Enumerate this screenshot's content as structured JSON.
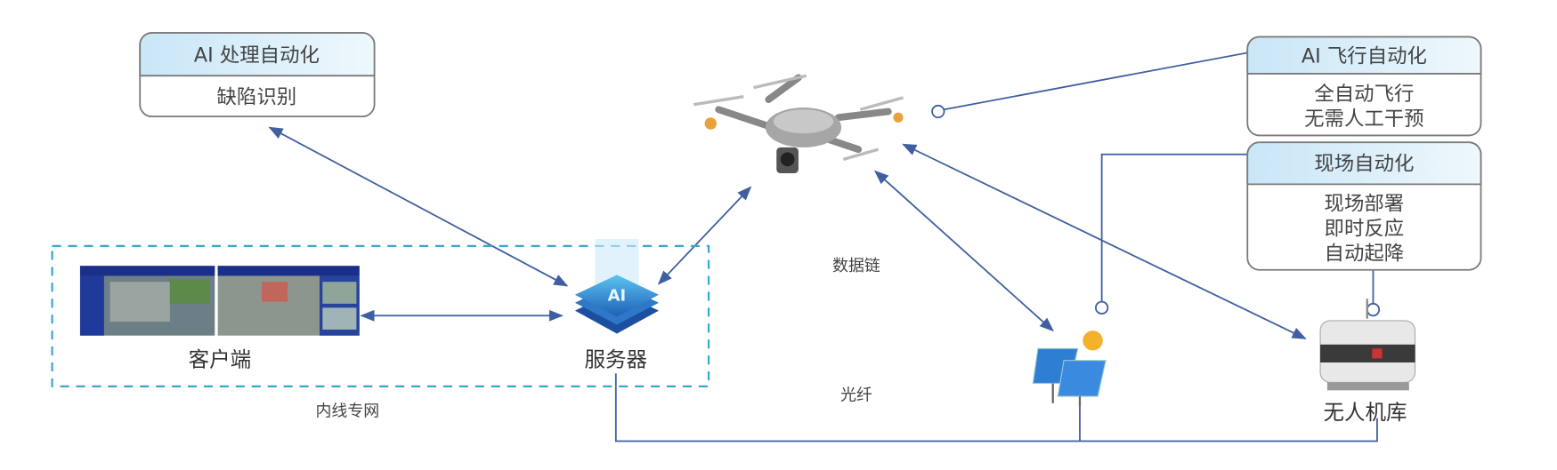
{
  "boxes": {
    "ai_processing": {
      "title": "AI 处理自动化",
      "lines": [
        "缺陷识别"
      ]
    },
    "ai_flight": {
      "title": "AI 飞行自动化",
      "lines": [
        "全自动飞行",
        "无需人工干预"
      ]
    },
    "site": {
      "title": "现场自动化",
      "lines": [
        "现场部署",
        "即时反应",
        "自动起降"
      ]
    }
  },
  "nodes": {
    "client": "客户端",
    "server": "服务器",
    "server_icon_text": "AI",
    "hangar": "无人机库"
  },
  "labels": {
    "private_network": "内线专网",
    "data_link": "数据链",
    "fiber": "光纤"
  },
  "colors": {
    "line": "#3f5fa0",
    "dashed_border": "#3aa6d0",
    "box_header": "#d4ecf9",
    "box_border": "#7a7a7a"
  }
}
